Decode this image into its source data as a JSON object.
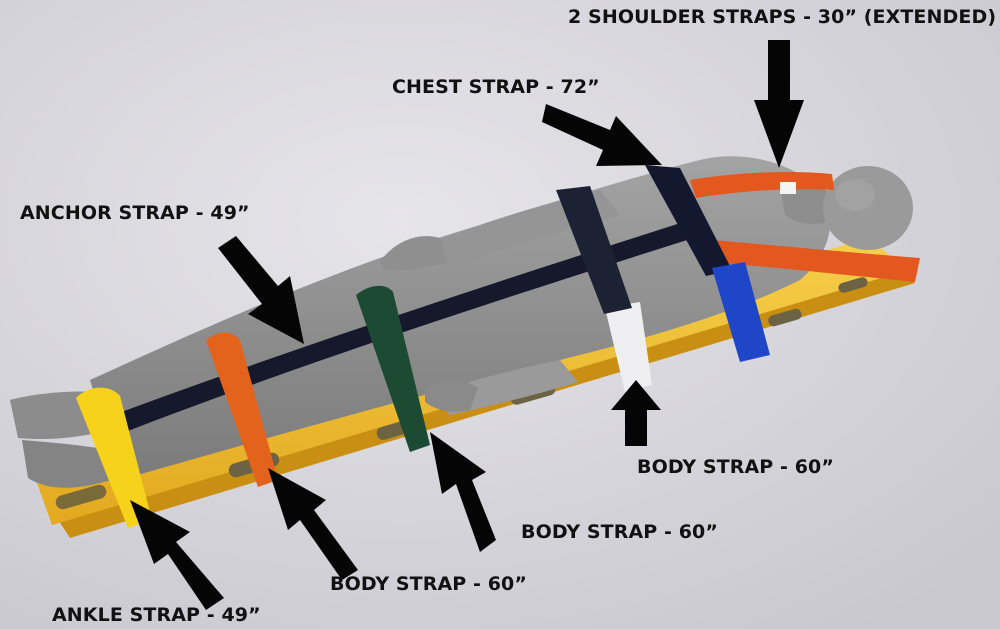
{
  "labels": {
    "shoulder": "2 SHOULDER STRAPS - 30” (EXTENDED)",
    "chest": "CHEST STRAP - 72”",
    "anchor": "ANCHOR STRAP - 49”",
    "body_right": "BODY STRAP - 60”",
    "body_middle": "BODY STRAP - 60”",
    "body_left": "BODY STRAP - 60”",
    "ankle": "ANKLE STRAP - 49”"
  },
  "colors": {
    "background": "#d9d8de",
    "board": "#f3c233",
    "mannequin": "#8f8f8f",
    "anchor_strap": "#15192b",
    "chest_strap": "#14182e",
    "shoulder_straps": "#e2581f",
    "ankle_strap": "#f7d21a",
    "body_strap_orange": "#e4631c",
    "body_strap_green": "#1c4a33",
    "body_strap_navy": "#1c2233",
    "body_strap_white": "#efeff2",
    "body_strap_blue": "#1f45c8",
    "arrows": "#050505"
  }
}
